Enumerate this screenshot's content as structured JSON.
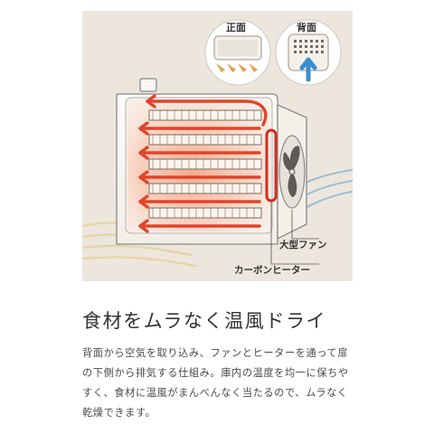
{
  "illustration": {
    "labels": {
      "front": "正面",
      "back": "背面",
      "fan": "大型ファン",
      "heater": "カーボンヒーター"
    },
    "colors": {
      "background": "#ece6dd",
      "heat_arrow": "#e0452a",
      "heater_coil": "#d62b1e",
      "airflow_blue": "#8fb7cf",
      "airflow_warm": "#e9d3a2",
      "outline": "#8a8a8a"
    },
    "trays": 5
  },
  "content": {
    "heading": "食材をムラなく温風ドライ",
    "body": "背面から空気を取り込み、ファンとヒーターを通って扉の下側から排気する仕組み。庫内の温度を均一に保ちやすく、食材に温風がまんべんなく当たるので、ムラなく乾燥できます。"
  }
}
